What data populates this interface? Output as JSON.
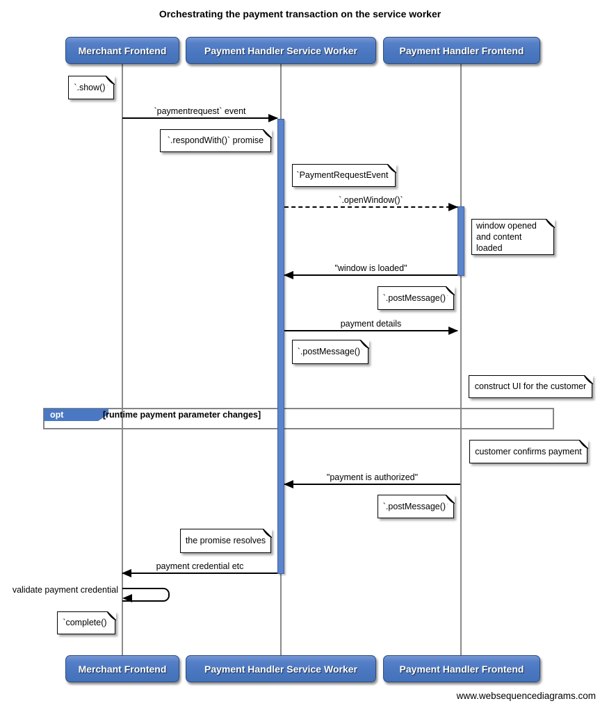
{
  "title": "Orchestrating the payment transaction on the service worker",
  "footer": "www.websequencediagrams.com",
  "actors": {
    "merchant": "Merchant Frontend",
    "service_worker": "Payment Handler Service Worker",
    "handler_frontend": "Payment Handler Frontend"
  },
  "messages": {
    "payment_request": "`paymentrequest` event",
    "open_window": "`.openWindow()`",
    "window_loaded": "\"window is loaded\"",
    "payment_details": "payment details",
    "payment_authorized": "\"payment is authorized\"",
    "payment_credential": "payment credential etc",
    "validate_credential": "validate payment credential"
  },
  "notes": {
    "show": "`.show()`",
    "respond_with": "`.respondWith()` promise",
    "payment_request_event": "`PaymentRequestEvent`",
    "window_opened": "window opened\nand content loaded",
    "post_message_1": "`.postMessage()`",
    "post_message_2": "`.postMessage()`",
    "construct_ui": "construct UI for the customer",
    "customer_confirms": "customer confirms payment",
    "post_message_3": "`.postMessage()`",
    "promise_resolves": "the promise resolves",
    "complete": "`complete()`"
  },
  "fragment": {
    "operator": "opt",
    "condition": "[runtime payment parameter changes]"
  },
  "colors": {
    "actor_fill": "#4a77c0",
    "actor_border": "#2b4a80",
    "activation_fill": "#5b84cb",
    "activation_border": "#3e62a5",
    "lifeline": "#8a8a8a",
    "frame_border": "#848484",
    "note_border": "#000000",
    "text": "#000000"
  }
}
